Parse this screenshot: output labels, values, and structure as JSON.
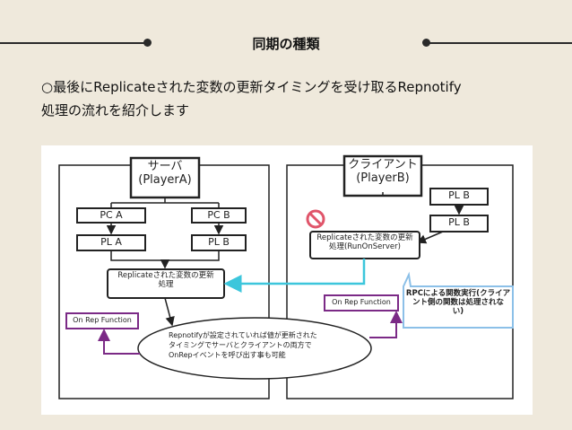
{
  "slide": {
    "title": "同期の種類",
    "body_line1": "○最後にReplicateされた変数の更新タイミングを受け取るRepnotify",
    "body_line2": "処理の流れを紹介します"
  },
  "diagram": {
    "server_title_line1": "サーバ",
    "server_title_line2": "(PlayerA)",
    "client_title_line1": "クライアント",
    "client_title_line2": "(PlayerB)",
    "pc_a": "PC A",
    "pc_b": "PC B",
    "pl_a": "PL A",
    "pl_b_server": "PL B",
    "pl_b_client_top": "PL B",
    "pl_b_client_bottom": "PL B",
    "replicate_server_line1": "Replicateされた変数の更新",
    "replicate_server_line2": "処理",
    "replicate_client_line1": "Replicateされた変数の更新",
    "replicate_client_line2": "処理(RunOnServer)",
    "onrep_server": "On Rep Function",
    "onrep_client": "On Rep Function",
    "rpc_note_line1": "RPCによる関数実行(クライア",
    "rpc_note_line2": "ント側の関数は処理されな",
    "rpc_note_line3": "い)",
    "ellipse_line1": "Repnotifyが設定されていれば値が更新された",
    "ellipse_line2": "タイミングでサーバとクライアントの両方で",
    "ellipse_line3": "OnRepイベントを呼び出す事も可能",
    "prohibited_icon": "prohibited-icon",
    "colors": {
      "cyan_arrow": "#3cc6dc",
      "purple_box": "#7b2a86",
      "blue_callout": "#8cc0e8",
      "red_icon": "#e0556a"
    }
  }
}
